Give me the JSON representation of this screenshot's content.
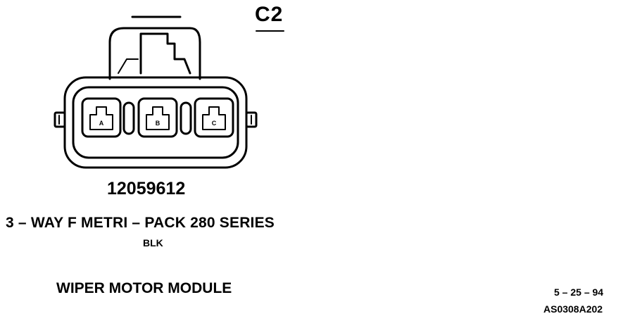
{
  "connector": {
    "id": "C2",
    "part_number": "12059612",
    "description": "3 – WAY F METRI – PACK 280 SERIES",
    "wire_color": "BLK",
    "terminals": [
      "A",
      "B",
      "C"
    ]
  },
  "module": {
    "name": "WIPER MOTOR MODULE"
  },
  "footer": {
    "date": "5 – 25 – 94",
    "code": "AS0308A202"
  }
}
